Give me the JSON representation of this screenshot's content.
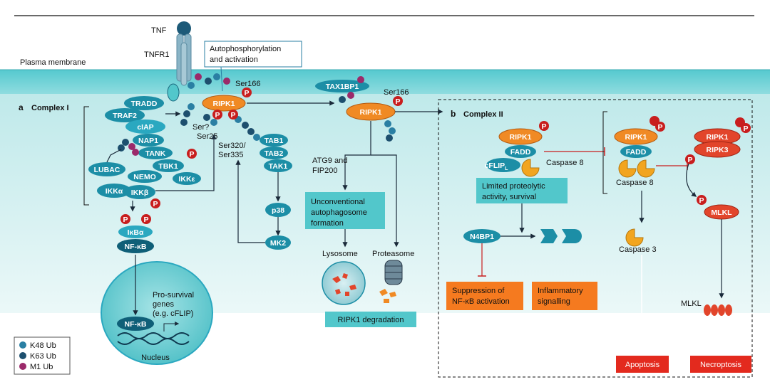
{
  "labels": {
    "tnf": "TNF",
    "tnfr1": "TNFR1",
    "plasma_membrane": "Plasma membrane",
    "autophos": [
      "Autophosphorylation",
      "and activation"
    ],
    "ser166_a": "Ser166",
    "ser166_b": "Ser166",
    "ser_q": "Ser?",
    "ser25": "Ser25",
    "ser320": "Ser320/",
    "ser335": "Ser335",
    "panel_a_letter": "a",
    "panel_a_title": "Complex I",
    "panel_b_letter": "b",
    "panel_b_title": "Complex II",
    "phospho": "P"
  },
  "complex1": {
    "tradd": "TRADD",
    "traf2": "TRAF2",
    "ciap": "cIAP",
    "nap1": "NAP1",
    "tank": "TANK",
    "tbk1": "TBK1",
    "ikke": "IKKε",
    "lubac": "LUBAC",
    "nemo": "NEMO",
    "ikka": "IKKα",
    "ikkb": "IKKβ",
    "ripk1": "RIPK1"
  },
  "tab_module": {
    "tab1": "TAB1",
    "tab2": "TAB2",
    "tak1": "TAK1",
    "p38": "p38",
    "mk2": "MK2"
  },
  "nfkb_module": {
    "ikba": "IκBα",
    "nfkb": "NF-κB",
    "nfkb_nucleus": "NF-κB",
    "pro_survival": [
      "Pro-survival",
      "genes",
      "(e.g. cFLIP)"
    ],
    "nucleus": "Nucleus"
  },
  "degradation": {
    "tax1bp1": "TAX1BP1",
    "ripk1": "RIPK1",
    "atg9": [
      "ATG9 and",
      "FIP200"
    ],
    "unconventional": [
      "Unconventional",
      "autophagosome",
      "formation"
    ],
    "lysosome": "Lysosome",
    "proteasome": "Proteasome",
    "ripk1_degradation": "RIPK1 degradation"
  },
  "complex2": {
    "ripk1": "RIPK1",
    "fadd": "FADD",
    "cflip": "cFLIP",
    "cflip_sub": "L",
    "caspase8": "Caspase 8",
    "limited": [
      "Limited proteolytic",
      "activity, survival"
    ],
    "n4bp1": "N4BP1",
    "suppression": [
      "Suppression of",
      "NF-κB activation"
    ],
    "inflammatory": [
      "Inflammatory",
      "signalling"
    ]
  },
  "death": {
    "ripk1_a": "RIPK1",
    "fadd": "FADD",
    "caspase8": "Caspase 8",
    "caspase3": "Caspase 3",
    "ripk1_b": "RIPK1",
    "ripk3": "RIPK3",
    "mlkl": "MLKL",
    "mlkl_pore": "MLKL",
    "apoptosis": "Apoptosis",
    "necroptosis": "Necroptosis"
  },
  "legend": {
    "items": [
      "K48 Ub",
      "K63 Ub",
      "M1 Ub"
    ]
  },
  "colors": {
    "membrane_top": "#6ed2d6",
    "cytoplasm": "#d8f2f2",
    "teal_protein": "#1c8ea6",
    "teal_dark": "#0f5f78",
    "orange_protein": "#f08a24",
    "red_protein": "#e2452b",
    "phospho_red": "#c81e1e",
    "k48_ub": "#2a7fa3",
    "k63_ub": "#1d4f6e",
    "m1_ub": "#9b2a6a",
    "box_teal": "#52c7cb",
    "box_orange": "#f57a1f",
    "box_red": "#e32a1e"
  }
}
